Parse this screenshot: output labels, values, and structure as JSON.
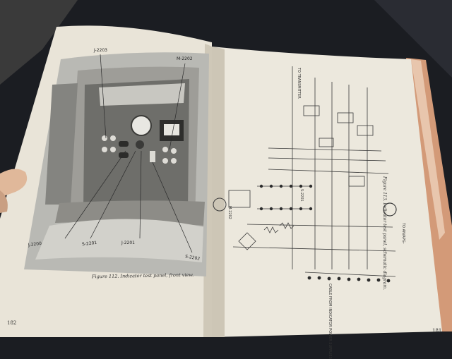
{
  "photo": {
    "subject": "open technical manual showing panel photograph and wiring schematic",
    "colors": {
      "background": "#1b1d22",
      "page": "#e9e4d8",
      "page_shadow": "#c8c1b2",
      "book_edge": "#d39a78",
      "hand": "#e0b89a",
      "panel_dark": "#5a5a58",
      "panel_light": "#b9b9b4"
    }
  },
  "left_page": {
    "page_number": "182",
    "caption": "Figure 112. Indicator test panel, front view.",
    "callouts": {
      "top_left": "J-2203",
      "top_right": "M-2202",
      "bottom_1": "J-2200",
      "bottom_2": "S-2201",
      "bottom_3": "J-2201",
      "bottom_4": "S-2202"
    }
  },
  "right_page": {
    "page_number": "181",
    "caption": "Figure 113. Indicator test panel, schematic diagram.",
    "schematic_labels": {
      "top": "TO TRANSMITTER",
      "bottom": "CABLE FROM INDICATOR POWER SUPPLIES",
      "right_bottom": "TO AN/APG-",
      "left_mid": "M-2202",
      "center": "S-2201"
    }
  }
}
